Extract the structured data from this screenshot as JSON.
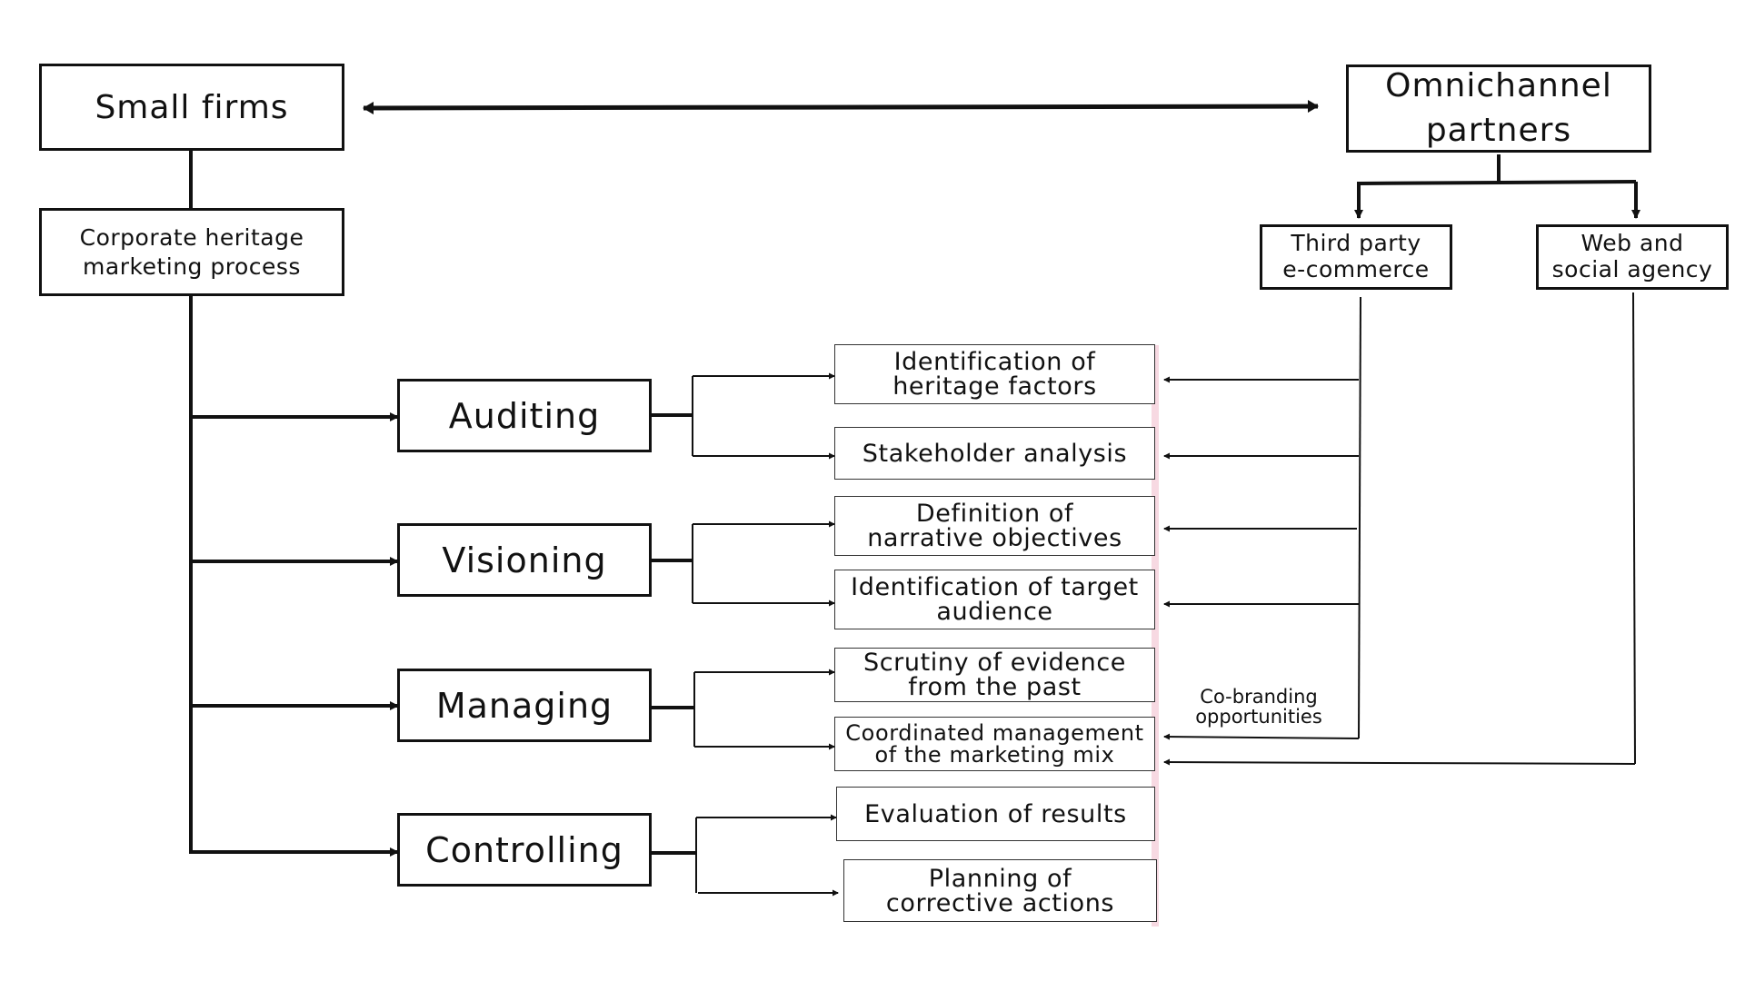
{
  "top": {
    "small_firms": "Small firms",
    "omnichannel": "Omnichannel partners"
  },
  "process": "Corporate heritage marketing process",
  "partners": {
    "third_party": "Third party e-commerce",
    "web_social": "Web and social agency"
  },
  "stages": {
    "auditing": "Auditing",
    "visioning": "Visioning",
    "managing": "Managing",
    "controlling": "Controlling"
  },
  "leaves": {
    "identification_heritage": "Identification of heritage factors",
    "stakeholder": "Stakeholder analysis",
    "definition_narrative": "Definition of narrative objectives",
    "identification_target": "Identification of target audience",
    "scrutiny": "Scrutiny of evidence from the past",
    "coordinated": "Coordinated management of the marketing mix",
    "evaluation": "Evaluation of results",
    "planning": "Planning of corrective actions"
  },
  "annotation": {
    "cobranding": "Co-branding opportunities"
  },
  "colors": {
    "line": "#111111",
    "highlight_strip": "#f7d9e2"
  }
}
